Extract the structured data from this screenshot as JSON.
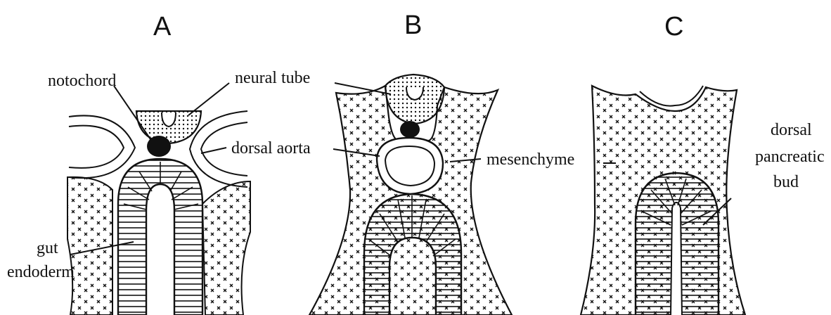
{
  "panels": [
    {
      "id": "A"
    },
    {
      "id": "B"
    },
    {
      "id": "C"
    }
  ],
  "labels": {
    "notochord": "notochord",
    "neural_tube": "neural tube",
    "dorsal_aorta": "dorsal aorta",
    "mesenchyme": "mesenchyme",
    "gut": "gut",
    "endoderm": "endoderm",
    "dorsal": "dorsal",
    "pancreatic": "pancreatic",
    "bud": "bud"
  },
  "colors": {
    "ink": "#111111",
    "paper": "#ffffff"
  }
}
